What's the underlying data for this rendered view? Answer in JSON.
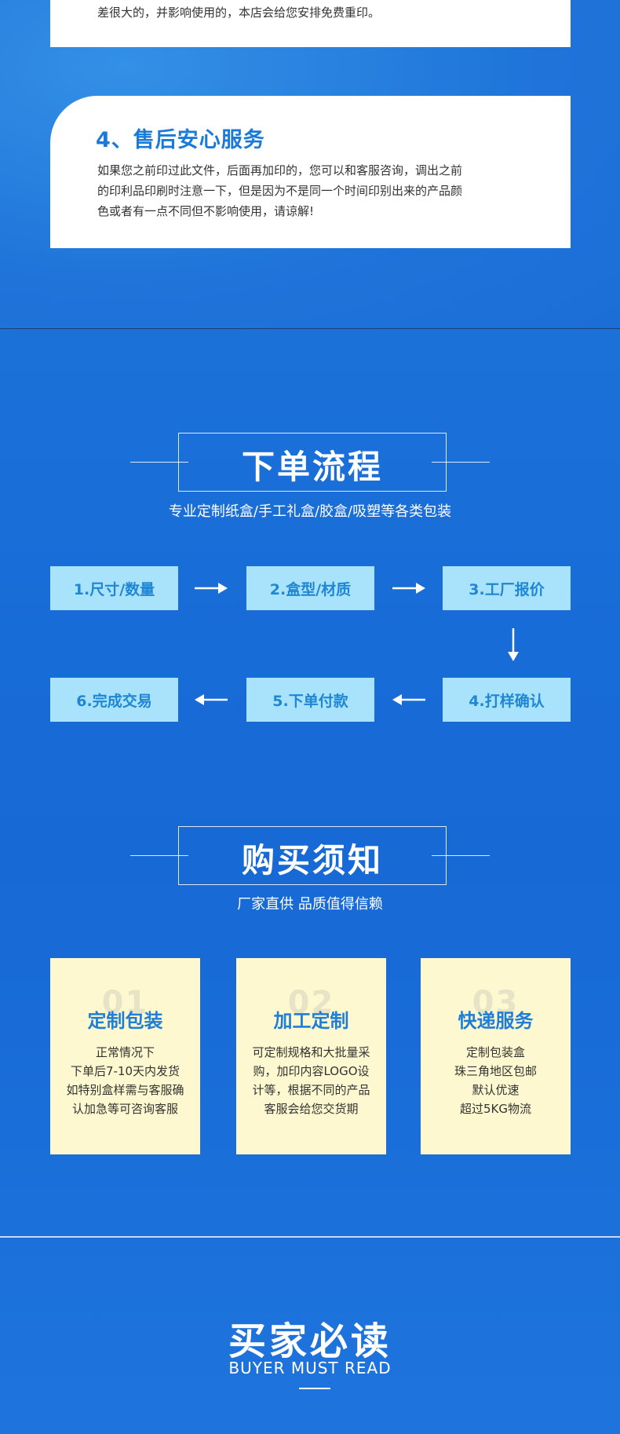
{
  "top_card": {
    "partial_text": "差很大的，并影响使用的，本店会给您安排免费重印。"
  },
  "after_sales_card": {
    "title": "4、售后安心服务",
    "lines": [
      "如果您之前印过此文件，后面再加印的，您可以和客服咨询，调出之前",
      "的印利品印刷时注意一下，但是因为不是同一个时间印别出来的产品颜",
      "色或者有一点不同但不影响使用，请谅解!"
    ]
  },
  "order_process": {
    "title": "下单流程",
    "subtitle": "专业定制纸盒/手工礼盒/胶盒/吸塑等各类包装",
    "steps": [
      "1.尺寸/数量",
      "2.盒型/材质",
      "3.工厂报价",
      "4.打样确认",
      "5.下单付款",
      "6.完成交易"
    ]
  },
  "purchase_notice": {
    "title": "购买须知",
    "subtitle": "厂家直供 品质值得信赖",
    "cards": [
      {
        "num": "01",
        "title": "定制包装",
        "lines": [
          "正常情况下",
          "下单后7-10天内发货",
          "如特别盒样需与客服确",
          "认加急等可咨询客服"
        ]
      },
      {
        "num": "02",
        "title": "加工定制",
        "lines": [
          "可定制规格和大批量采",
          "购，加印内容LOGO设",
          "计等，根据不同的产品",
          "客服会给您交货期"
        ]
      },
      {
        "num": "03",
        "title": "快递服务",
        "lines": [
          "定制包装盒",
          "珠三角地区包邮",
          "默认优速",
          "超过5KG物流"
        ]
      }
    ]
  },
  "buyer_read": {
    "title": "买家必读",
    "subtitle": "BUYER MUST READ"
  },
  "colors": {
    "accent_blue": "#1a7ad9",
    "step_bg": "#a9e2fb",
    "notice_bg": "#fdf8cf"
  }
}
